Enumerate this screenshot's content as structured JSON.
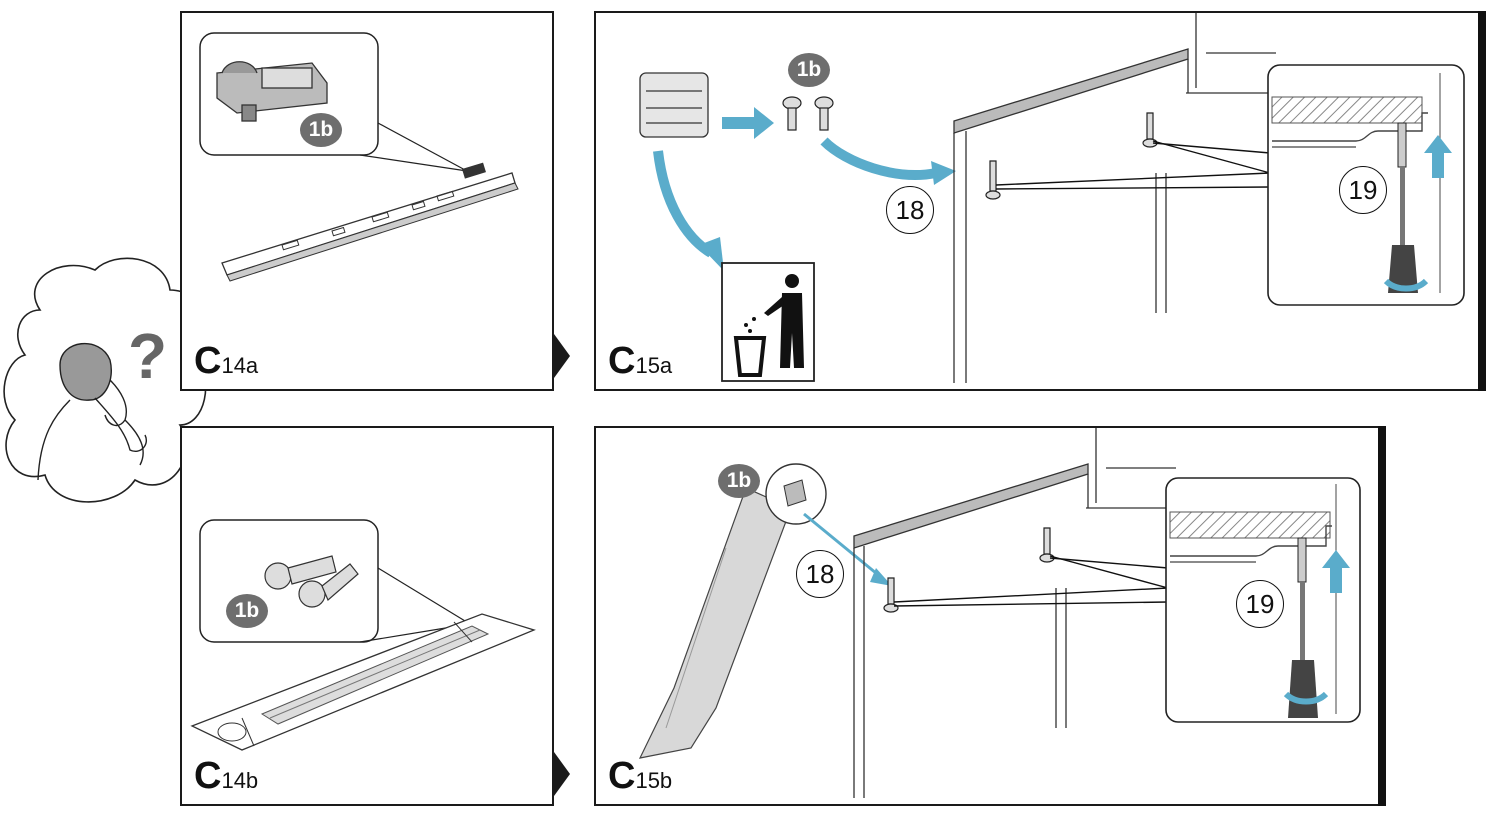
{
  "panels": {
    "c14a": {
      "letter": "C",
      "number": "14a",
      "badge": "1b"
    },
    "c15a": {
      "letter": "C",
      "number": "15a",
      "badge": "1b",
      "callout_18": "18",
      "callout_19": "19"
    },
    "c14b": {
      "letter": "C",
      "number": "14b",
      "badge": "1b"
    },
    "c15b": {
      "letter": "C",
      "number": "15b",
      "badge": "1b",
      "callout_18": "18",
      "callout_19": "19"
    }
  },
  "thought": {
    "symbol": "?"
  },
  "colors": {
    "accent": "#5aaccb",
    "badge": "#6e6e6e",
    "line": "#1a1a1a",
    "hatch": "#888888"
  },
  "icons": [
    "person-thinking-icon",
    "question-mark-icon",
    "trash-bin-icon",
    "screw-icon",
    "screwdriver-icon",
    "up-arrow-icon",
    "rotate-arrow-icon"
  ]
}
